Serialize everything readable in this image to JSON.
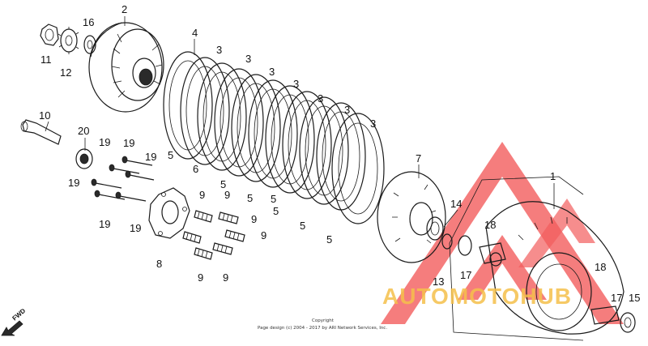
{
  "diagram": {
    "labels": {
      "l1": "1",
      "l2": "2",
      "l3a": "3",
      "l3b": "3",
      "l3c": "3",
      "l3d": "3",
      "l3e": "3",
      "l3f": "3",
      "l3g": "3",
      "l4": "4",
      "l5a": "5",
      "l5b": "5",
      "l5c": "5",
      "l5d": "5",
      "l5e": "5",
      "l5f": "5",
      "l5g": "5",
      "l6": "6",
      "l7": "7",
      "l8": "8",
      "l9a": "9",
      "l9b": "9",
      "l9c": "9",
      "l9d": "9",
      "l9e": "9",
      "l9f": "9",
      "l10": "10",
      "l11": "11",
      "l12": "12",
      "l13": "13",
      "l14": "14",
      "l15": "15",
      "l16": "16",
      "l17a": "17",
      "l17b": "17",
      "l18a": "18",
      "l18b": "18",
      "l19a": "19",
      "l19b": "19",
      "l19c": "19",
      "l19d": "19",
      "l19e": "19",
      "l19f": "19",
      "l20": "20"
    },
    "fwd": "FWD",
    "copyright_line1": "Copyright",
    "copyright_line2": "Page design (c) 2004 - 2017 by ARI Network Services, Inc.",
    "watermark_text": "AUTOMOTOHUB",
    "watermark_colors": {
      "logo": "#f25c5c",
      "text": "#f4c04a"
    }
  }
}
